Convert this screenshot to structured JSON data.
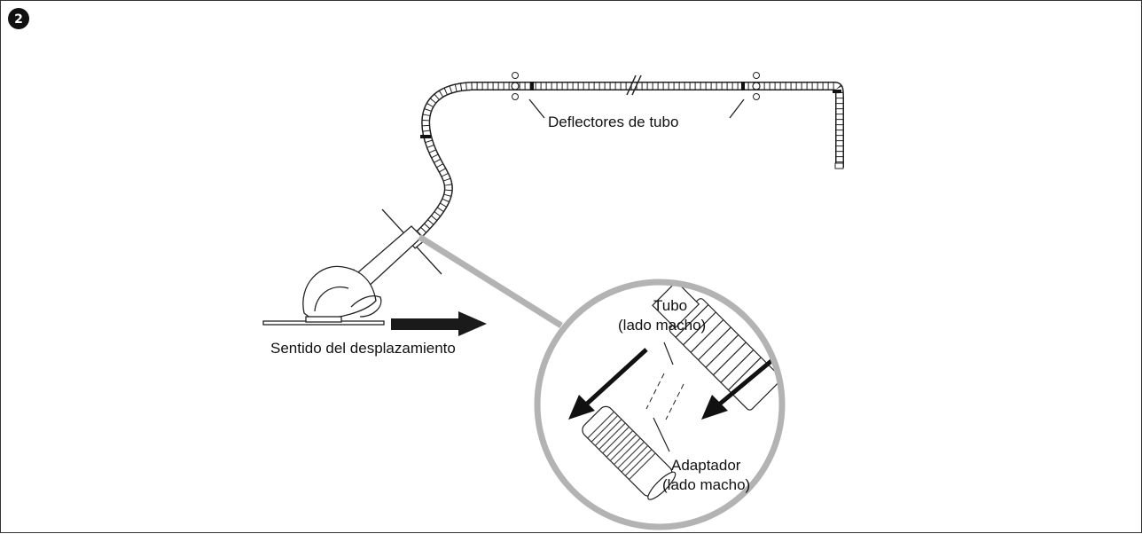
{
  "step": {
    "number": "2"
  },
  "labels": {
    "deflectors": "Deflectores de tubo",
    "direction": "Sentido del desplazamiento",
    "hose_line1": "Tubo",
    "hose_line2": "(lado macho)",
    "adapter_line1": "Adaptador",
    "adapter_line2": "(lado macho)"
  }
}
